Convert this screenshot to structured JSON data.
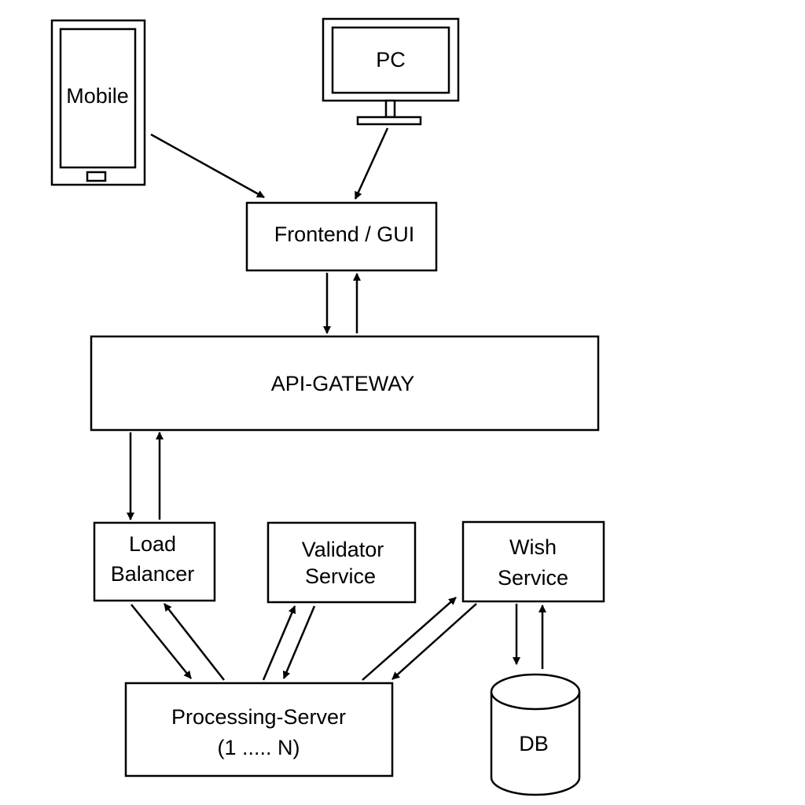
{
  "nodes": {
    "mobile": {
      "label": "Mobile",
      "icon": "mobile-phone-icon"
    },
    "pc": {
      "label": "PC",
      "icon": "monitor-icon"
    },
    "frontend": {
      "label": "Frontend / GUI"
    },
    "api_gateway": {
      "label": "API-GATEWAY"
    },
    "load_balancer": {
      "line1": "Load",
      "line2": "Balancer"
    },
    "validator": {
      "line1": "Validator",
      "line2": "Service"
    },
    "wish": {
      "line1": "Wish",
      "line2": "Service"
    },
    "processing": {
      "line1": "Processing-Server",
      "line2": "(1 ..... N)"
    },
    "db": {
      "label": "DB",
      "icon": "database-cylinder-icon"
    }
  },
  "edges": [
    {
      "from": "mobile",
      "to": "frontend"
    },
    {
      "from": "pc",
      "to": "frontend"
    },
    {
      "from": "frontend",
      "to": "api_gateway"
    },
    {
      "from": "api_gateway",
      "to": "frontend"
    },
    {
      "from": "api_gateway",
      "to": "load_balancer"
    },
    {
      "from": "load_balancer",
      "to": "api_gateway"
    },
    {
      "from": "load_balancer",
      "to": "processing"
    },
    {
      "from": "processing",
      "to": "load_balancer"
    },
    {
      "from": "processing",
      "to": "validator"
    },
    {
      "from": "validator",
      "to": "processing"
    },
    {
      "from": "processing",
      "to": "wish"
    },
    {
      "from": "wish",
      "to": "processing"
    },
    {
      "from": "wish",
      "to": "db"
    },
    {
      "from": "db",
      "to": "wish"
    }
  ],
  "colors": {
    "stroke": "#000000",
    "background": "#ffffff"
  }
}
